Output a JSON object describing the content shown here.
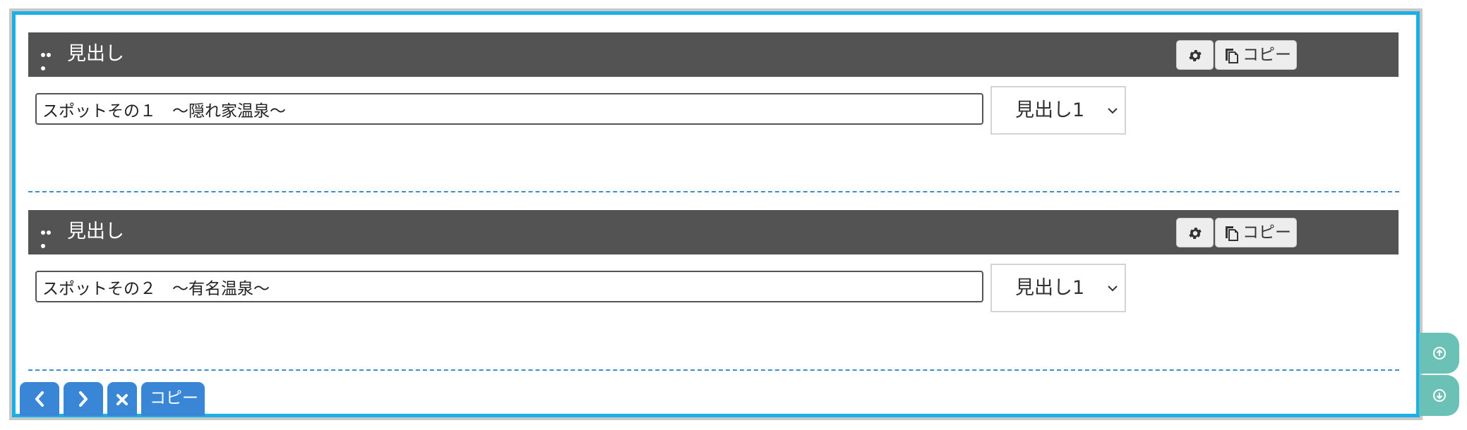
{
  "blocks": [
    {
      "title": "見出し",
      "copy_label": "コピー",
      "heading_value": "スポットその１　〜隠れ家温泉〜",
      "level_value": "見出し1"
    },
    {
      "title": "見出し",
      "copy_label": "コピー",
      "heading_value": "スポットその２　〜有名温泉〜",
      "level_value": "見出し1"
    }
  ],
  "toolbar": {
    "copy_label": "コピー",
    "prev_icon": "chevron-left-icon",
    "next_icon": "chevron-right-icon",
    "delete_icon": "close-icon"
  },
  "side_controls": {
    "up_icon": "arrow-up-circle-icon",
    "down_icon": "arrow-down-circle-icon"
  },
  "colors": {
    "frame_accent": "#1ab0e5",
    "header_bg": "#535353",
    "toolbar_button": "#3a86d6",
    "side_button": "#6cc1b6",
    "divider": "#3b8fcf"
  }
}
